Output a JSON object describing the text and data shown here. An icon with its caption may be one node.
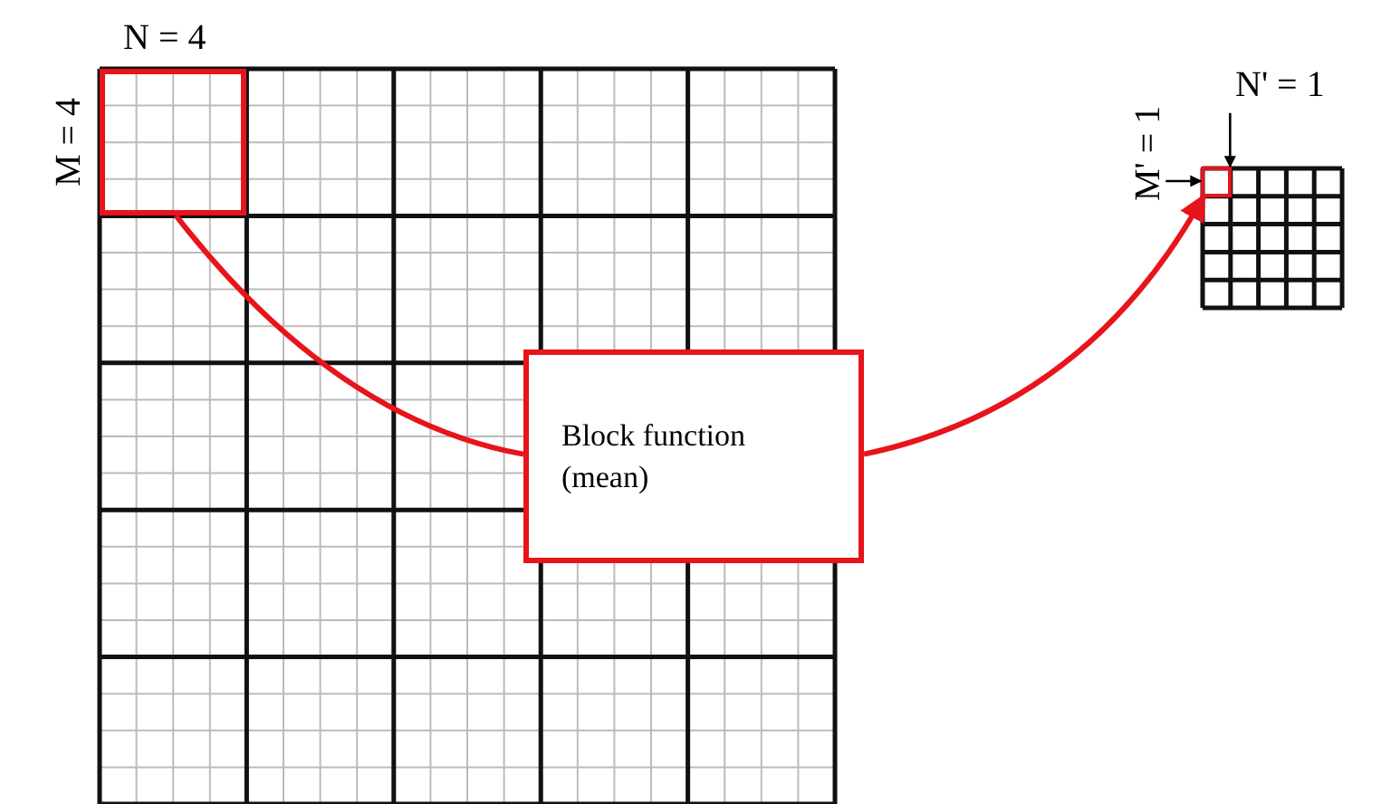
{
  "diagram": {
    "nodes": [
      {
        "text": [],
        "shape": "box",
        "beside": [
          "N = 4",
          "M = 4"
        ]
      },
      {
        "text": [
          "Block function (mean)"
        ]
      },
      {
        "text": [],
        "shape": "box"
      },
      {
        "text": [
          "N' = 1"
        ]
      },
      {
        "text": [
          "M' = 1"
        ]
      }
    ],
    "edges": [
      {
        "from": 0,
        "to": 1,
        "arrow": "none",
        "style": "thick"
      },
      {
        "from": 1,
        "to": 2,
        "arrow": "to",
        "style": "thick"
      },
      {
        "from": 3,
        "to": 2,
        "arrow": "to",
        "color": "#000000"
      },
      {
        "from": 4,
        "to": 2,
        "arrow": "to",
        "color": "#000000"
      }
    ]
  }
}
